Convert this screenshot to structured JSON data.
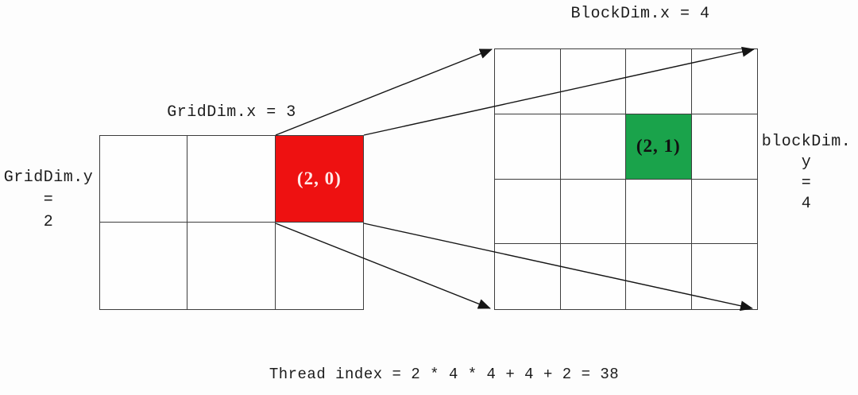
{
  "labels": {
    "grid_top": "GridDim.x = 3",
    "grid_left": [
      "GridDim.y",
      "=",
      "2"
    ],
    "block_top": "BlockDim.x = 4",
    "block_right": [
      "blockDim.",
      "y",
      "=",
      "4"
    ],
    "formula": "Thread index = 2 * 4 * 4 + 4 + 2 = 38"
  },
  "grid": {
    "cols": 3,
    "rows": 2,
    "highlight": {
      "label": "(2, 0)",
      "position": "col 2, row 0",
      "color": "#ee1111",
      "text_color": "#ffe9e9"
    }
  },
  "block": {
    "cols": 4,
    "rows": 4,
    "highlight": {
      "label": "(2, 1)",
      "position": "col 2, row 1",
      "color": "#1aa34b",
      "text_color": "#111111"
    }
  },
  "colors": {
    "grid_line": "#3d3d3d",
    "arrow": "#151515"
  }
}
